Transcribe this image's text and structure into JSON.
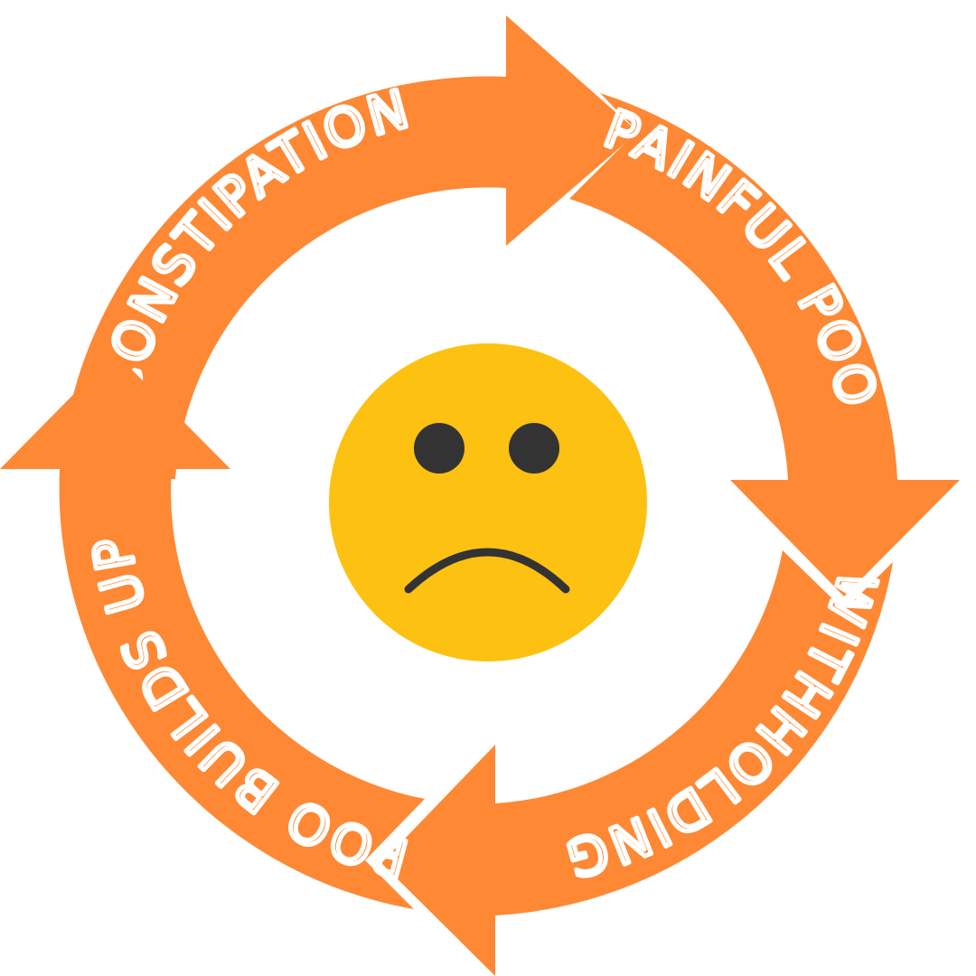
{
  "cycle": {
    "colors": {
      "accent": "#FE8834",
      "label": "#FFFFFF",
      "face": "#FDC111",
      "features": "#333333",
      "background": "#FFFFFF"
    },
    "steps": [
      {
        "label": "CONSTIPATION"
      },
      {
        "label": "PAINFUL POO"
      },
      {
        "label": "WITHHOLDING"
      },
      {
        "label": "POO BUILDS UP"
      }
    ],
    "center_icon": "sad-face-icon"
  }
}
